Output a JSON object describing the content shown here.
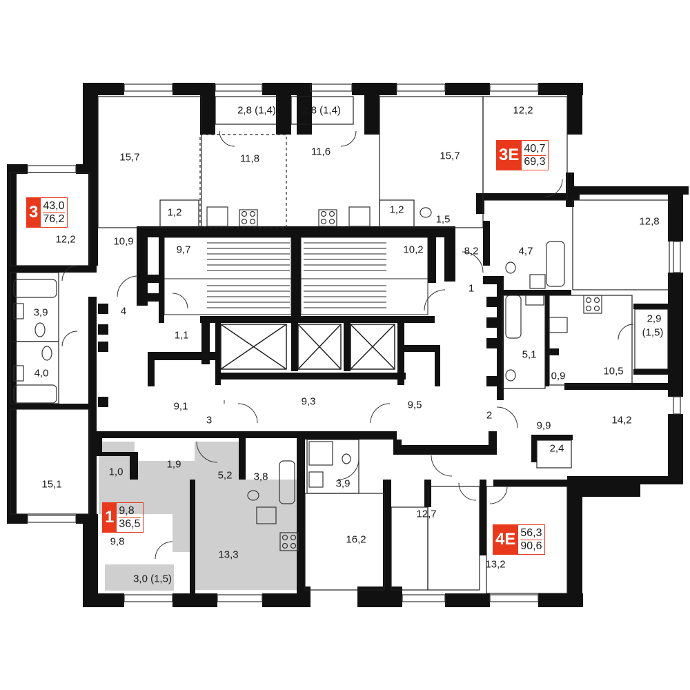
{
  "colors": {
    "wall": "#111111",
    "accent": "#e8391d",
    "highlight": "#cfcfcf",
    "fixture_stroke": "#333333"
  },
  "apartments": [
    {
      "id": "3",
      "living_area": "43,0",
      "total_area": "76,2"
    },
    {
      "id": "3E",
      "living_area": "40,7",
      "total_area": "69,3"
    },
    {
      "id": "1",
      "living_area": "9,8",
      "total_area": "36,5"
    },
    {
      "id": "4E",
      "living_area": "56,3",
      "total_area": "90,6"
    }
  ],
  "rooms": [
    "2,8 (1,4)",
    "2,8 (1,4)",
    "12,2",
    "15,7",
    "11,8",
    "11,6",
    "15,7",
    "12,2",
    "1,2",
    "1,2",
    "1,5",
    "12,8",
    "10,9",
    "9,7",
    "10,2",
    "8,2",
    "4,7",
    "3,9",
    "1",
    "4",
    "1,1",
    "2,9",
    "(1,5)",
    "4,0",
    "5,1",
    "10,5",
    "0,9",
    "9,1",
    "9,3",
    "9,5",
    "3",
    "2",
    "14,2",
    "9,9",
    "2,4",
    "1,0",
    "1,9",
    "5,2",
    "3,8",
    "15,1",
    "3,9",
    "12,7",
    "16,2",
    "9,8",
    "13,3",
    "13,2",
    "3,0 (1,5)"
  ]
}
